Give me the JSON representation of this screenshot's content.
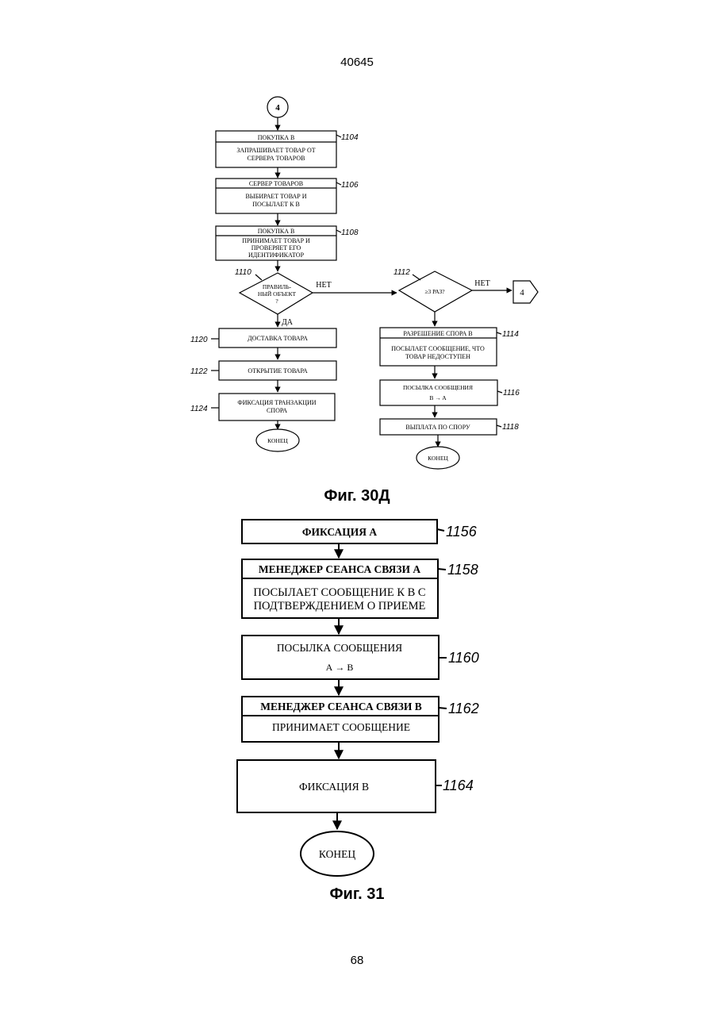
{
  "header": {
    "doc_number": "40645"
  },
  "footer": {
    "page_number": "68"
  },
  "fig30d": {
    "caption": "Фиг. 30Д",
    "start_connector": "4",
    "end_connector": "4",
    "b1104": {
      "ref": "1104",
      "title": "ПОКУПКА B",
      "line1": "ЗАПРАШИВАЕТ ТОВАР ОТ",
      "line2": "СЕРВЕРА ТОВАРОВ"
    },
    "b1106": {
      "ref": "1106",
      "title": "СЕРВЕР ТОВАРОВ",
      "line1": "ВЫБИРАЕТ ТОВАР И",
      "line2": "ПОСЫЛАЕТ К B"
    },
    "b1108": {
      "ref": "1108",
      "title": "ПОКУПКА B",
      "line1": "ПРИНИМАЕТ ТОВАР И",
      "line2": "ПРОВЕРЯЕТ ЕГО",
      "line3": "ИДЕНТИФИКАТОР"
    },
    "d1110": {
      "ref": "1110",
      "line1": "ПРАВИЛЬ-",
      "line2": "НЫЙ ОБЪЕКТ",
      "line3": "?",
      "no": "НЕТ",
      "yes": "ДА"
    },
    "d1112": {
      "ref": "1112",
      "text": "≥3 РАЗ?",
      "no": "НЕТ"
    },
    "b1114": {
      "ref": "1114",
      "title": "РАЗРЕШЕНИЕ СПОРА B",
      "line1": "ПОСЫЛАЕТ СООБЩЕНИЕ, ЧТО",
      "line2": "ТОВАР НЕДОСТУПЕН"
    },
    "b1116": {
      "ref": "1116",
      "line1": "ПОСЫЛКА СООБЩЕНИЯ",
      "line2": "B → A"
    },
    "b1118": {
      "ref": "1118",
      "text": "ВЫПЛАТА ПО СПОРУ"
    },
    "b1120": {
      "ref": "1120",
      "text": "ДОСТАВКА ТОВАРА"
    },
    "b1122": {
      "ref": "1122",
      "text": "ОТКРЫТИЕ ТОВАРА"
    },
    "b1124": {
      "ref": "1124",
      "line1": "ФИКСАЦИЯ ТРАНЗАКЦИИ",
      "line2": "СПОРА"
    },
    "end_left": "КОНЕЦ",
    "end_right": "КОНЕЦ"
  },
  "fig31": {
    "caption": "Фиг. 31",
    "b1156": {
      "ref": "1156",
      "text": "ФИКСАЦИЯ А"
    },
    "b1158": {
      "ref": "1158",
      "title": "МЕНЕДЖЕР СЕАНСА СВЯЗИ А",
      "line1": "ПОСЫЛАЕТ СООБЩЕНИЕ К В С",
      "line2": "ПОДТВЕРЖДЕНИЕМ О ПРИЕМЕ"
    },
    "b1160": {
      "ref": "1160",
      "line1": "ПОСЫЛКА СООБЩЕНИЯ",
      "line2": "А → В"
    },
    "b1162": {
      "ref": "1162",
      "title": "МЕНЕДЖЕР СЕАНСА СВЯЗИ В",
      "line1": "ПРИНИМАЕТ СООБЩЕНИЕ"
    },
    "b1164": {
      "ref": "1164",
      "text": "ФИКСАЦИЯ В"
    },
    "end": "КОНЕЦ"
  }
}
